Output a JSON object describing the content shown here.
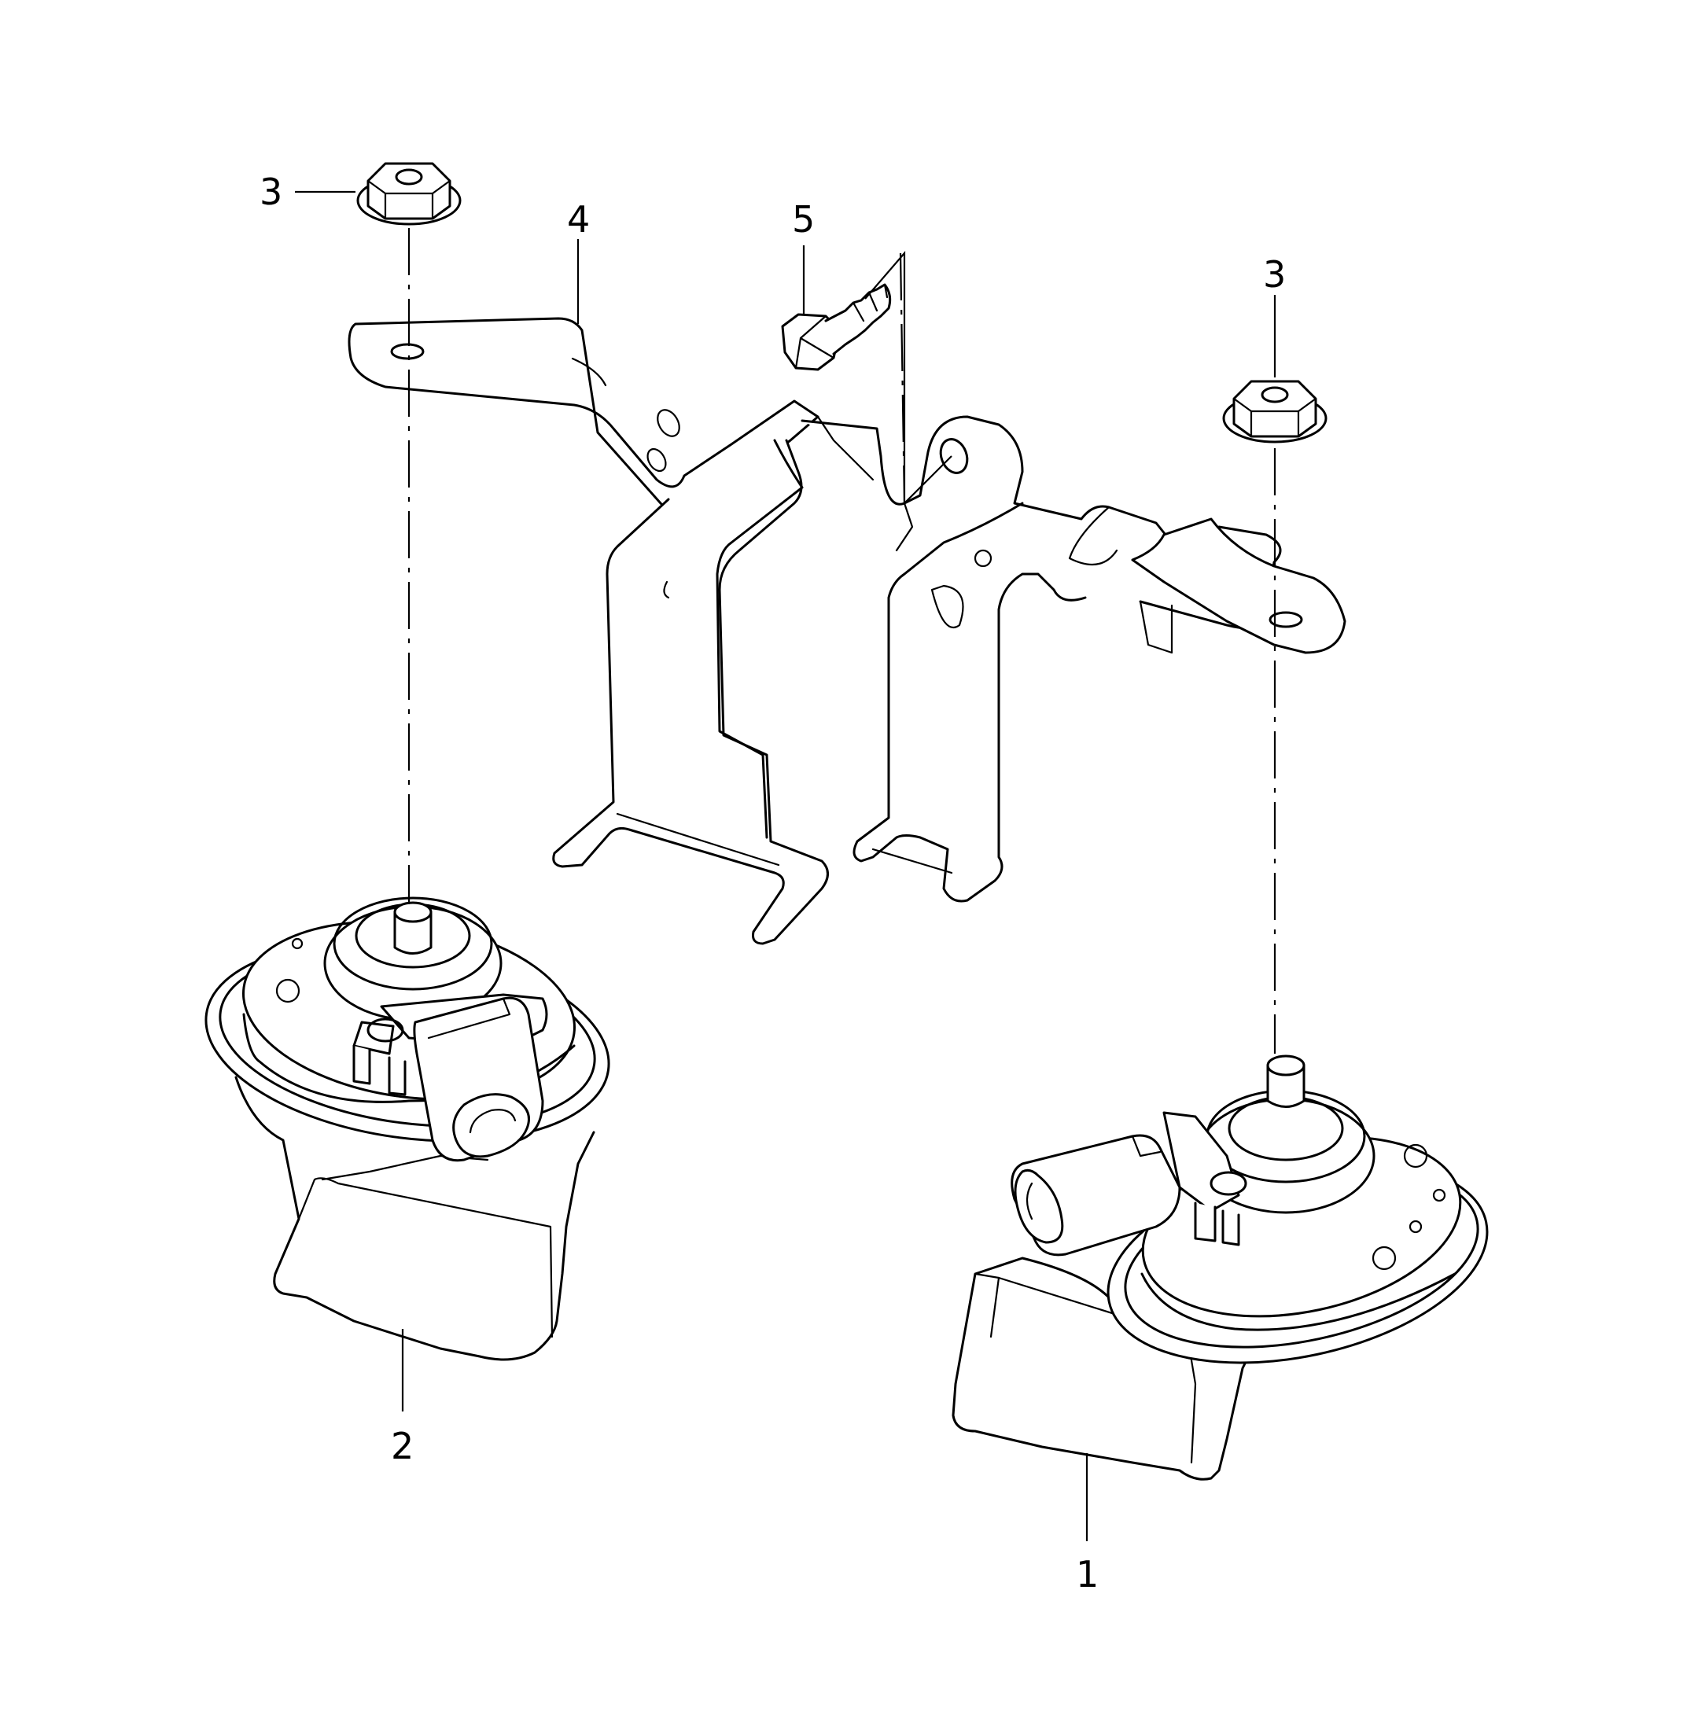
{
  "callouts": {
    "c1": "1",
    "c2": "2",
    "c3a": "3",
    "c3b": "3",
    "c4": "4",
    "c5": "5"
  },
  "parts": [
    {
      "id": "1",
      "name": "horn-right"
    },
    {
      "id": "2",
      "name": "horn-left"
    },
    {
      "id": "3",
      "name": "flange-nut"
    },
    {
      "id": "4",
      "name": "bracket"
    },
    {
      "id": "5",
      "name": "hex-bolt"
    }
  ]
}
